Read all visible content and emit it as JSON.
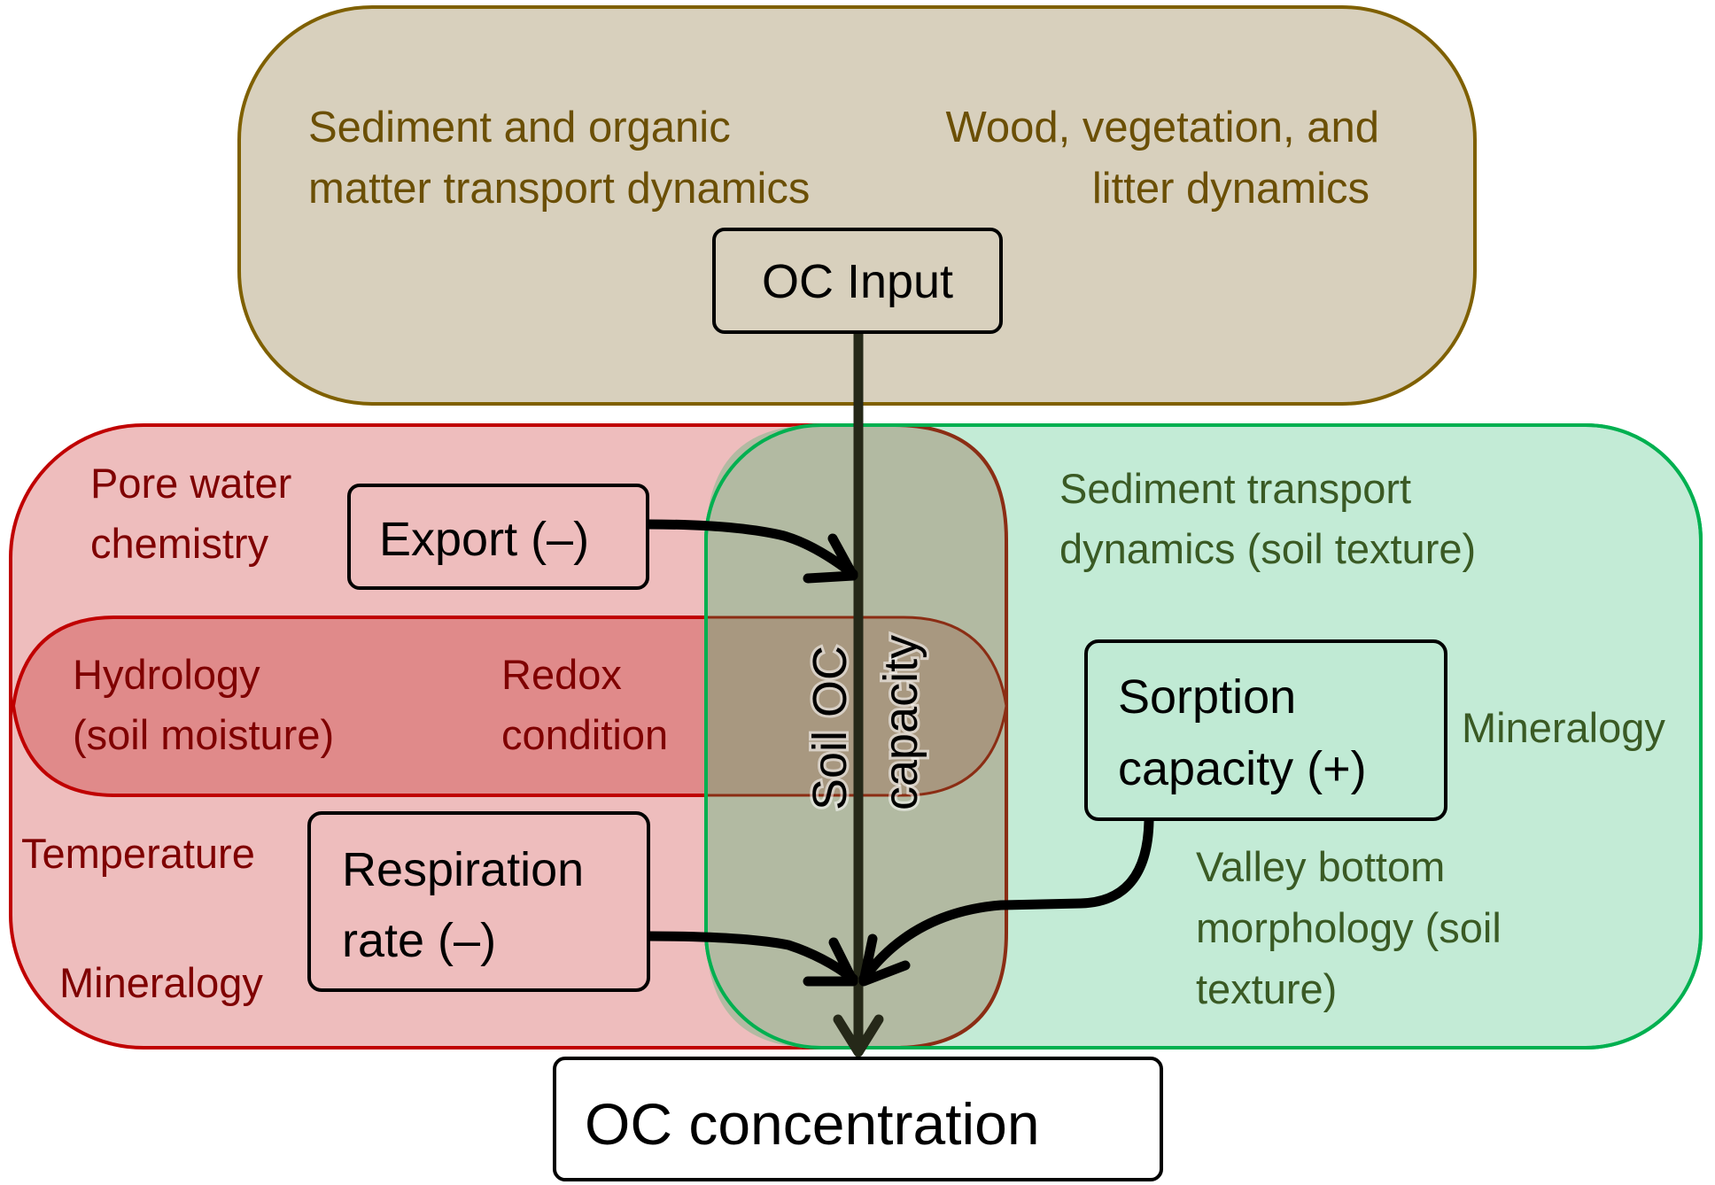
{
  "colors": {
    "input_zone_fill": "#d8d0bd",
    "input_zone_stroke": "#7f6000",
    "loss_zone_fill": "#eebdbd",
    "loss_zone_stroke": "#c00000",
    "hydro_band_fill": "#e08a8a",
    "retention_zone_fill": "#c0ead4",
    "retention_zone_stroke": "#00b050",
    "capacity_pill_fill": "#b2baa2",
    "capacity_pill_stroke": "#8b2d14",
    "main_axis": "#252818"
  },
  "input_zone": {
    "left_label": [
      "Sediment and organic",
      "matter transport dynamics"
    ],
    "right_label": [
      "Wood, vegetation, and",
      "litter dynamics"
    ]
  },
  "loss_zone": {
    "pore_water": [
      "Pore water",
      "chemistry"
    ],
    "hydrology": [
      "Hydrology",
      "(soil moisture)"
    ],
    "redox": [
      "Redox",
      "condition"
    ],
    "temperature": "Temperature",
    "mineralogy": "Mineralogy"
  },
  "retention_zone": {
    "sediment_transport": [
      "Sediment transport",
      "dynamics (soil texture)"
    ],
    "mineralogy": "Mineralogy",
    "valley_bottom": [
      "Valley bottom",
      "morphology (soil",
      "texture)"
    ]
  },
  "capacity": {
    "label": [
      "Soil OC",
      "capacity"
    ]
  },
  "nodes": {
    "oc_input": "OC Input",
    "export": "Export (–)",
    "respiration": [
      "Respiration",
      "rate (–)"
    ],
    "sorption": [
      "Sorption",
      "capacity (+)"
    ],
    "oc_concentration": "OC concentration"
  }
}
